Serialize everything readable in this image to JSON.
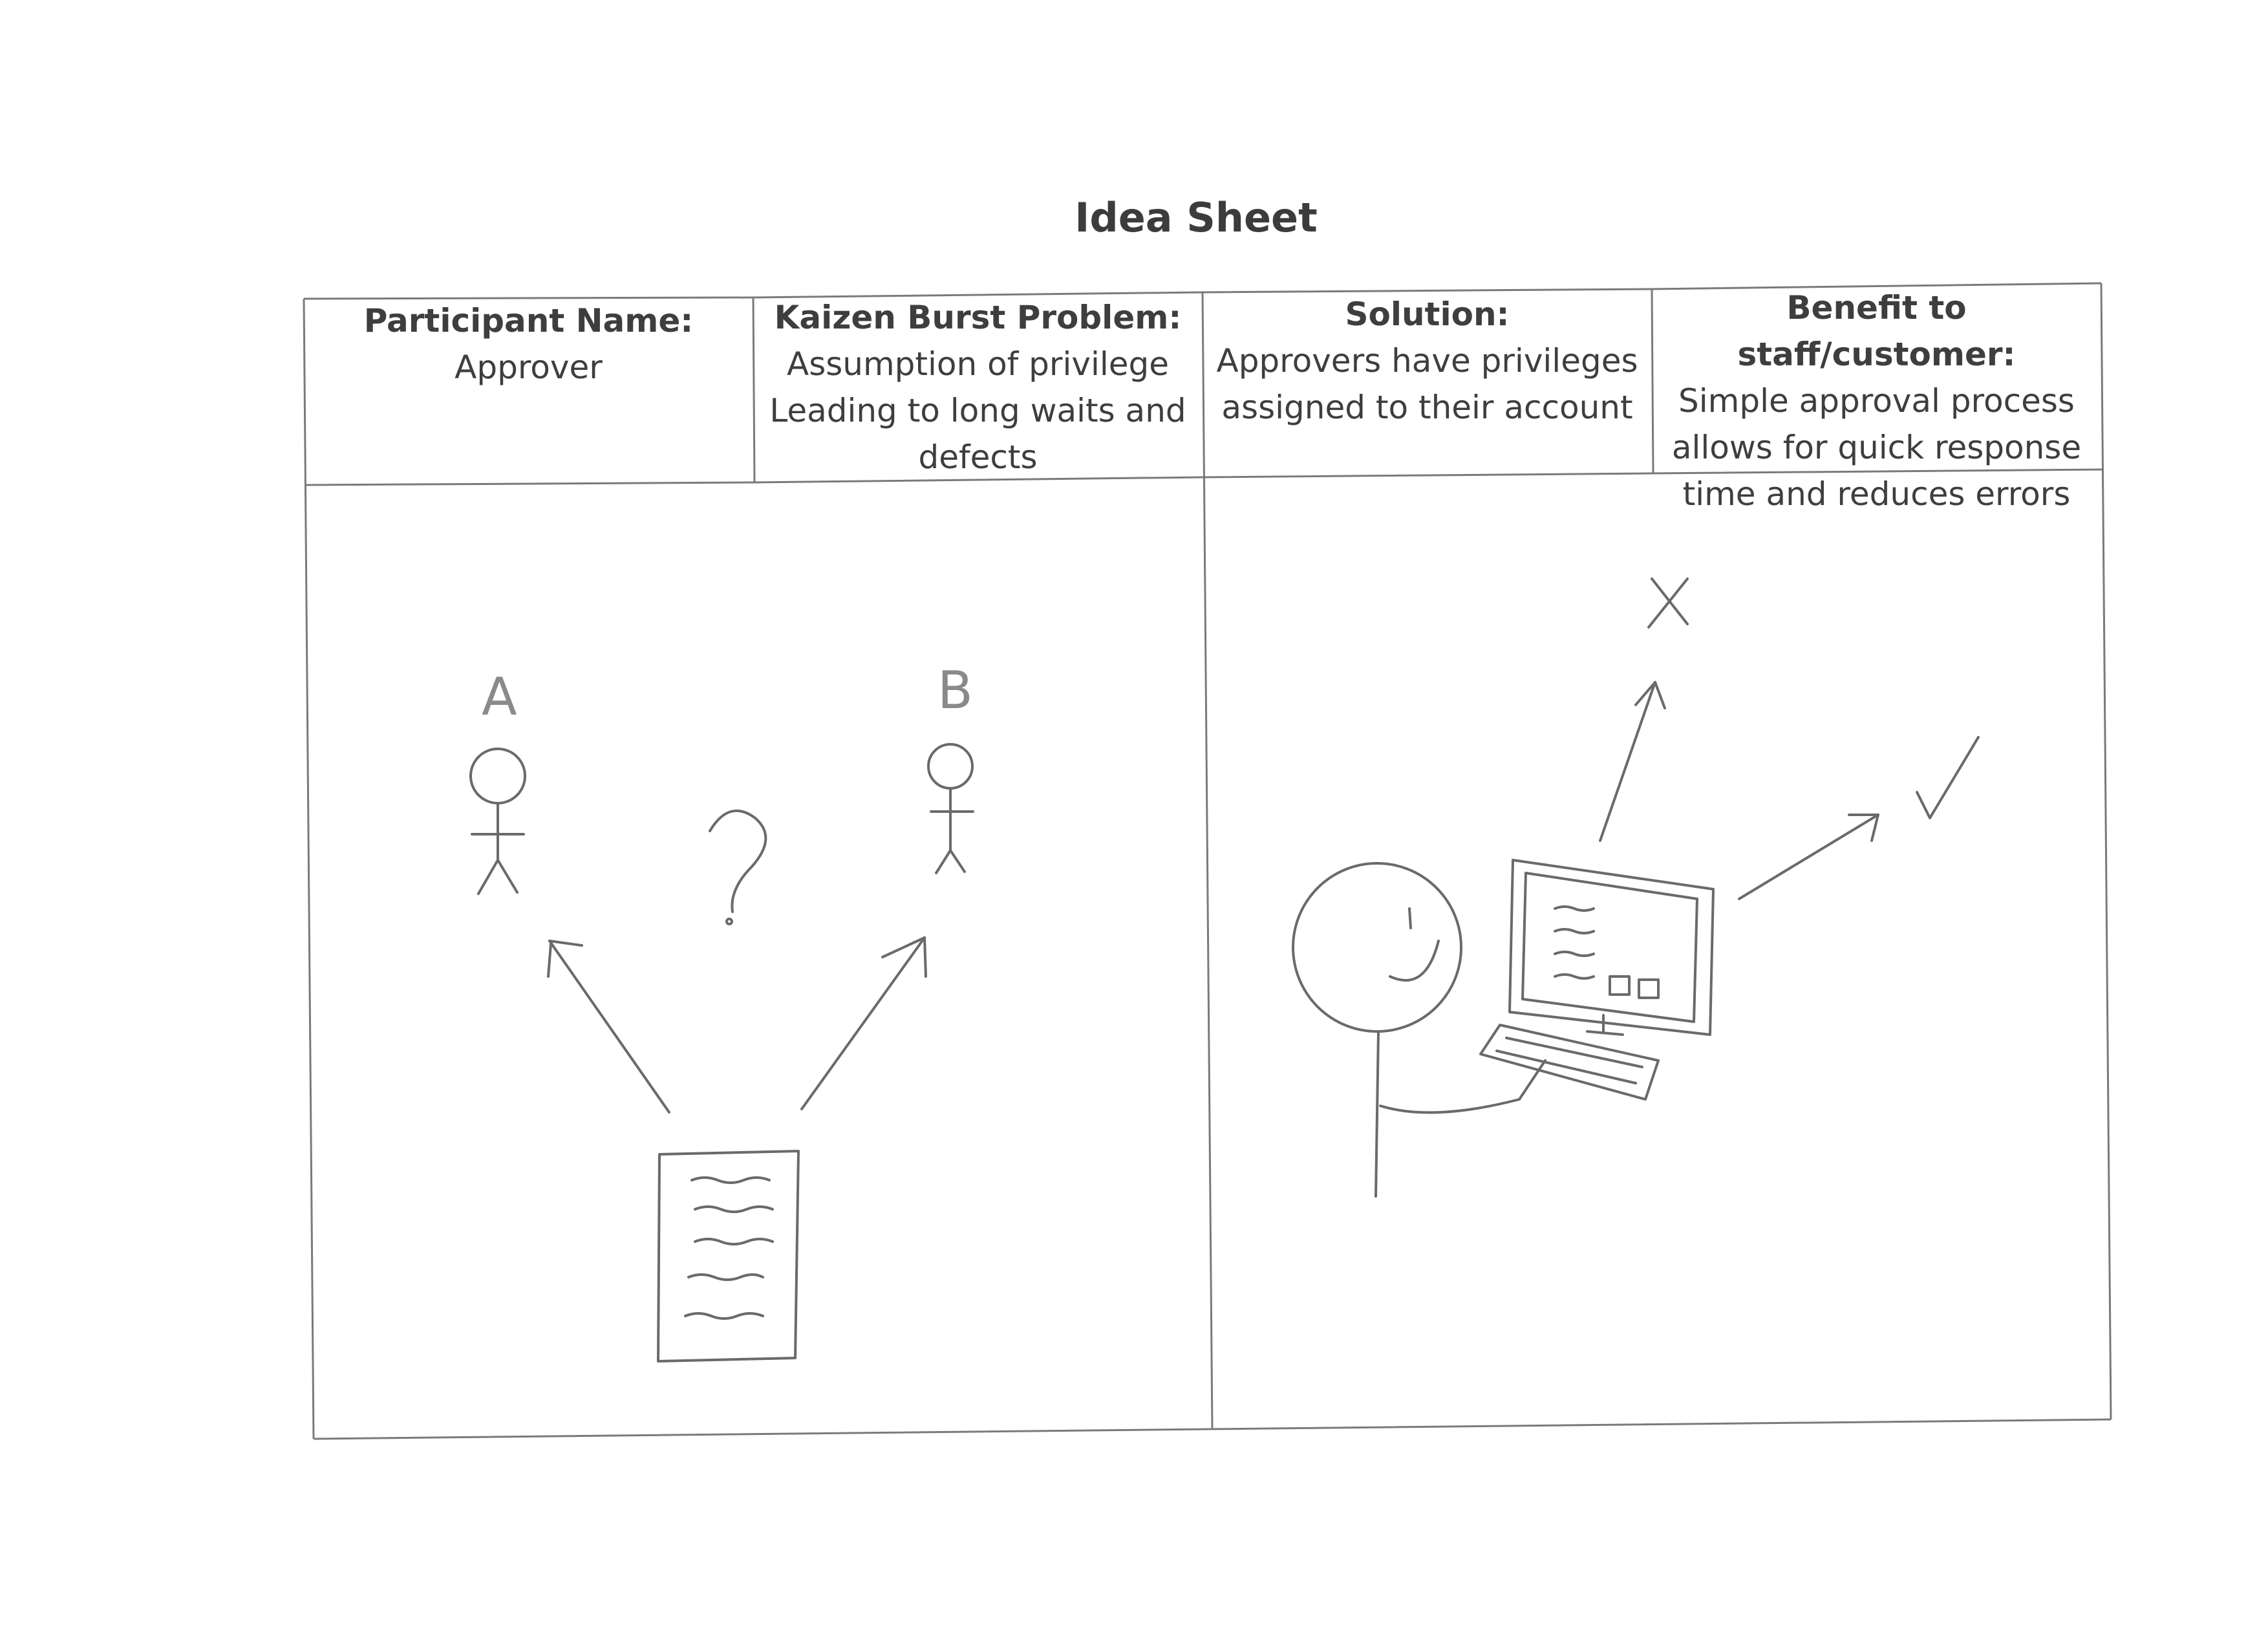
{
  "title": "Idea Sheet",
  "columns": [
    {
      "label": "Participant Name:",
      "text": "Approver"
    },
    {
      "label": "Kaizen Burst Problem:",
      "text": "Assumption of privilege\nLeading to long waits and\ndefects"
    },
    {
      "label": "Solution:",
      "text": "Approvers have privileges\nassigned to their account"
    },
    {
      "label": "Benefit to staff/customer:",
      "text": "Simple approval process\nallows for quick response\ntime and reduces errors"
    }
  ],
  "sketches": {
    "problem": {
      "person_a": "A",
      "person_b": "B",
      "question_mark": "?"
    },
    "solution": {
      "reject_mark": "X"
    }
  },
  "colors": {
    "pencil": "#6a6a6a",
    "ink": "#3a3a3a"
  }
}
